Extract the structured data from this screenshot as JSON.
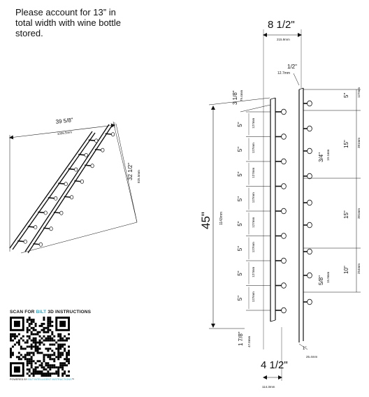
{
  "note": {
    "line1": "Please account for 13” in",
    "line2": "total width with wine bottle",
    "line3": "stored."
  },
  "dims": {
    "side_width": "39 5/8\"",
    "side_width_mm": "1006.5mm",
    "side_height": "32 1/2\"",
    "side_height_mm": "825.5mm",
    "top_width": "8 1/2\"",
    "top_width_mm": "215.9mm",
    "bottom_width": "4 1/2\"",
    "bottom_width_mm": "114.3mm",
    "half_inch": "1/2\"",
    "half_inch_mm": "12.7mm",
    "top_offset": "3 1/8\"",
    "top_offset_mm": "79.4mm",
    "total_height": "45\"",
    "total_height_mm": "1143mm",
    "bottom_offset": "1 7/8\"",
    "bottom_offset_mm": "47.6mm",
    "inch_one": "1\"",
    "inch_one_mm": "25.4mm",
    "peg_spacing": "5\"",
    "peg_spacing_mm": "127mm",
    "right_top": "5\"",
    "right_top_mm": "127mm",
    "right_15a": "15\"",
    "right_15a_mm": "381mm",
    "right_15b": "15\"",
    "right_15b_mm": "381mm",
    "right_10": "10\"",
    "right_10_mm": "254mm",
    "three_quarter": "3/4\"",
    "three_quarter_mm": "19.1mm",
    "five_eighths": "5/8\"",
    "five_eighths_mm": "15.9mm"
  },
  "qr": {
    "title_prefix": "SCAN FOR ",
    "title_accent": "BILT",
    "title_suffix": " 3D INSTRUCTIONS",
    "footer_prefix": "POWERED BY ",
    "footer_accent": "BILT INTELLIGENT INSTRUCTIONS",
    "footer_suffix": "™"
  },
  "colors": {
    "accent": "#2fa8c8",
    "line": "#111111"
  }
}
